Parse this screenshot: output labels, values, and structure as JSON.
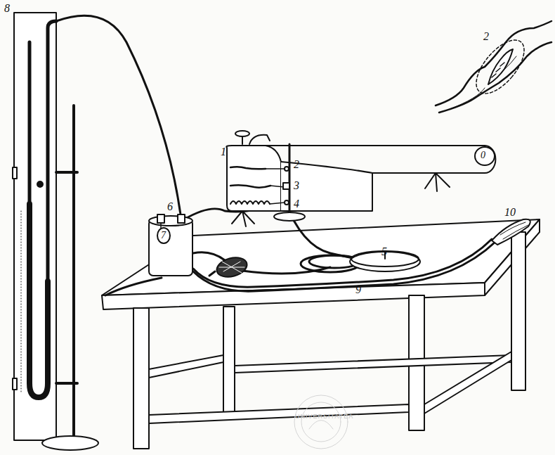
{
  "diagram": {
    "labels": [
      "8",
      "2",
      "1",
      "0",
      "2",
      "3",
      "4",
      "6",
      "10",
      "7",
      "5",
      "9",
      "UNIVERSITATEA"
    ]
  }
}
